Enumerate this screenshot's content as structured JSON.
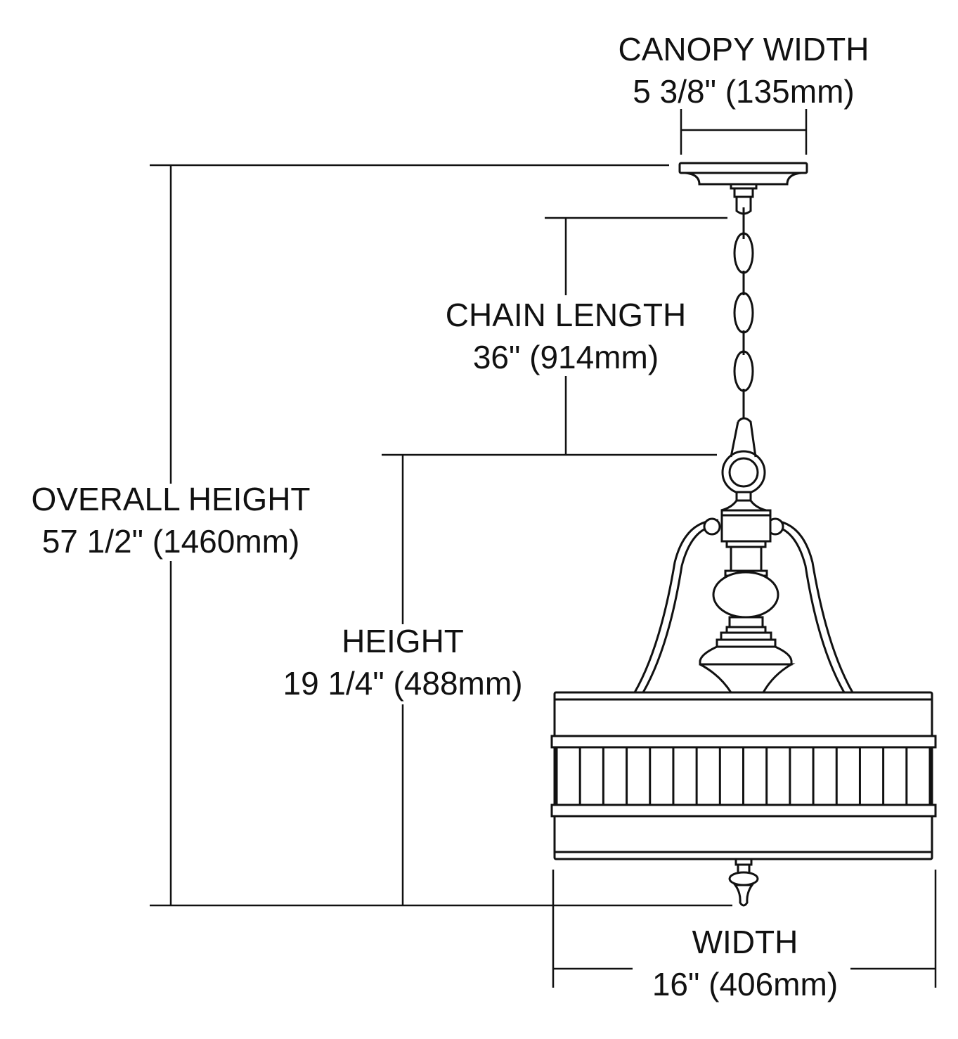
{
  "canopy_width": {
    "label": "CANOPY WIDTH",
    "value": "5 3/8\" (135mm)"
  },
  "chain_length": {
    "label": "CHAIN LENGTH",
    "value": "36\" (914mm)"
  },
  "overall_height": {
    "label": "OVERALL HEIGHT",
    "value": "57 1/2\" (1460mm)"
  },
  "height": {
    "label": "HEIGHT",
    "value": "19 1/4\" (488mm)"
  },
  "width": {
    "label": "WIDTH",
    "value": "16\" (406mm)"
  }
}
